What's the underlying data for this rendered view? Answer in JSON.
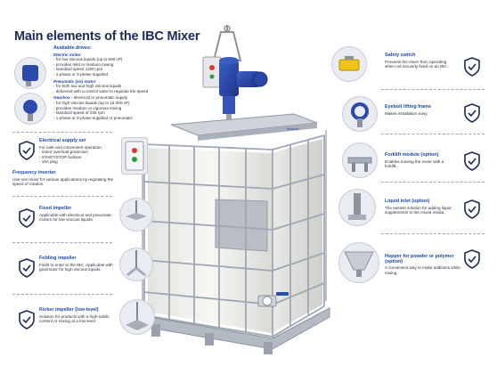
{
  "title": "Main elements of the IBC Mixer",
  "left": {
    "drives": {
      "heading": "Available drives:",
      "electric": {
        "heading": "Electric motor",
        "items": [
          "- for low viscous liquids (up to 500 cP)",
          "- provides mild or medium mixing",
          "- standard speed 1400 rpm",
          "- 1-phase or 3-phase supplied"
        ]
      },
      "pneumatic": {
        "heading": "Pneumatic (air) motor",
        "items": [
          "- for both low and high viscous liquids",
          "- delivered with a control valve to regulate the speed"
        ]
      },
      "gearbox": {
        "heading": "Gearbox",
        "heading_rest": " - electrical or pneumatic supply",
        "items": [
          "- for high viscous liquids (up to 15 000 cP)",
          "- provides medium or vigorous mixing",
          "- standard speed of 236 rpm",
          "- 1-phase or 3-phase supplied or pneumatic"
        ]
      }
    },
    "electrical": {
      "heading": "Electrical supply set",
      "items": [
        "For safe and convenient operation.",
        "- motor overload protection",
        "- START/STOP buttons",
        "- 16A plug"
      ]
    },
    "inverter": {
      "heading": "Frequency inverter",
      "text": "Use one mixer for various applications by regulating the speed of rotation."
    },
    "fixed": {
      "heading": "Fixed impeller",
      "text": "Applicable with electrical and pneumatic motors for low viscous liquids."
    },
    "folding": {
      "heading": "Folding impeller",
      "text": "Folds to enter to the IBC. Applicable with gearmotor for high viscous liquids."
    },
    "kicker": {
      "heading": "Kicker impeller (low-level)",
      "text": "Solution for products with a high solids content or mixing at a low level."
    }
  },
  "right": {
    "safety": {
      "heading": "Safety switch",
      "text": "Prevents the mixer from operating when not securely fixed on an IBC."
    },
    "eyebolt": {
      "heading": "Eyebolt lifting frame",
      "text": "Makes installation easy."
    },
    "forklift": {
      "heading": "Forklift module (option)",
      "text": "Enables moving the mixer with a forklift."
    },
    "liquid": {
      "heading": "Liquid inlet (option)",
      "text": "The easiest solution for adding liquid supplements to the mixed media."
    },
    "hopper": {
      "heading": "Hopper for powder or polymer (option)",
      "text": "A convenient way to make additions while mixing."
    }
  },
  "brand": "flowmix",
  "colors": {
    "navy": "#1c2a55",
    "accent_blue": "#1e4aa0",
    "motor_blue": "#2846a8",
    "frame_grey": "#aab2bf",
    "tank_white": "#f2f2ef"
  }
}
